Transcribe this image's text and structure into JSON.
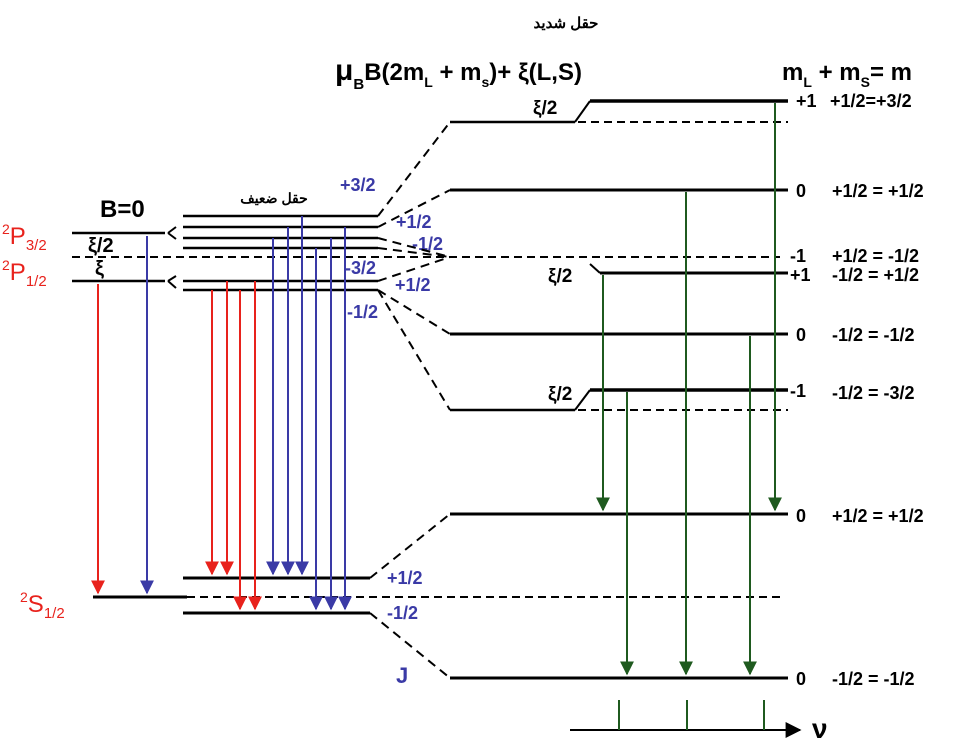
{
  "colors": {
    "red": "#e8221c",
    "blue": "#3a3aa6",
    "green": "#1f5a1f",
    "black": "#000000"
  },
  "headings": {
    "strong_field": "حقل شديد",
    "weak_field": "حقل ضعيف",
    "strong_energy": "μBB(2mL + ms)+  ξ(L,S)",
    "m_sum": "mL + ms= m",
    "b_zero": "B=0",
    "j_label": "J",
    "nu_label": "ν"
  },
  "term_labels": {
    "p32": "2P3/2",
    "p12": "2P1/2",
    "s12": "2S1/2"
  },
  "xi": {
    "xi_half": "ξ/2",
    "xi": "ξ"
  },
  "mj_labels": {
    "p_plus_3_2": "+3/2",
    "p_plus_1_2": "+1/2",
    "p_minus_1_2": "-1/2",
    "p_minus_3_2": "-3/2",
    "p12_plus_1_2": "+1/2",
    "p12_minus_1_2": "-1/2",
    "s_plus_1_2": "+1/2",
    "s_minus_1_2": "-1/2"
  },
  "strong_rows": [
    {
      "mL": "+1",
      "eq": "+1/2=+3/2"
    },
    {
      "mL": "0",
      "eq": "+1/2 = +1/2"
    },
    {
      "mL": "-1",
      "eq": "+1/2 = -1/2"
    },
    {
      "mL": "+1",
      "eq": "-1/2 = +1/2"
    },
    {
      "mL": "0",
      "eq": "-1/2 = -1/2"
    },
    {
      "mL": "-1",
      "eq": "-1/2 = -3/2"
    },
    {
      "mL": "0",
      "eq": "+1/2 = +1/2"
    },
    {
      "mL": "0",
      "eq": "-1/2 = -1/2"
    }
  ]
}
